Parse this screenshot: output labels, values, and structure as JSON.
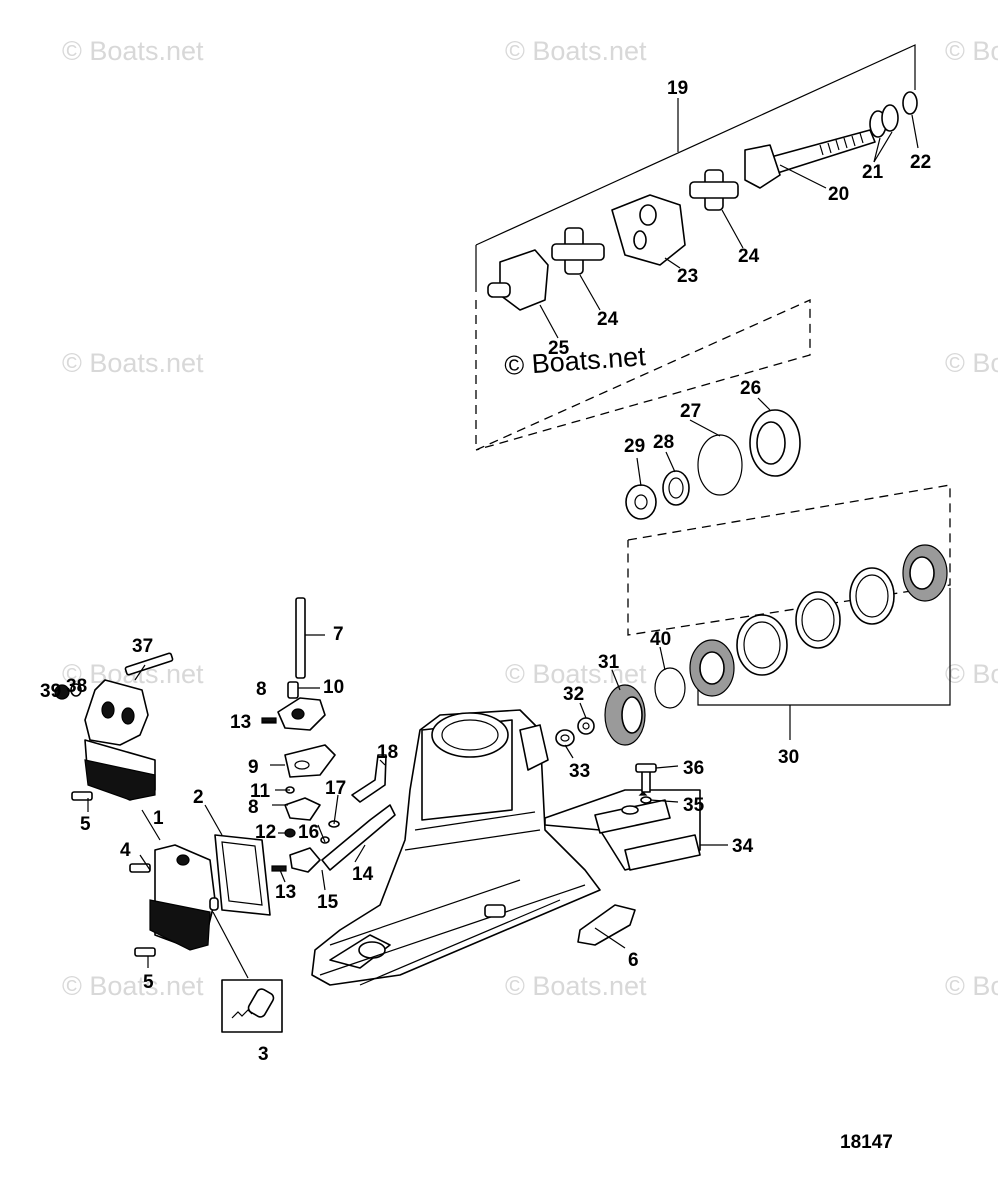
{
  "diagram": {
    "watermark_text": "© Boats.net",
    "main_watermark_text": "© Boats.net",
    "reference_number": "18147",
    "callouts": [
      "1",
      "2",
      "3",
      "4",
      "5",
      "5",
      "6",
      "7",
      "8",
      "8",
      "9",
      "10",
      "11",
      "12",
      "13",
      "13",
      "14",
      "15",
      "16",
      "17",
      "18",
      "19",
      "20",
      "21",
      "22",
      "23",
      "24",
      "24",
      "25",
      "26",
      "27",
      "28",
      "29",
      "30",
      "31",
      "32",
      "33",
      "34",
      "35",
      "36",
      "37",
      "38",
      "39",
      "40"
    ]
  }
}
